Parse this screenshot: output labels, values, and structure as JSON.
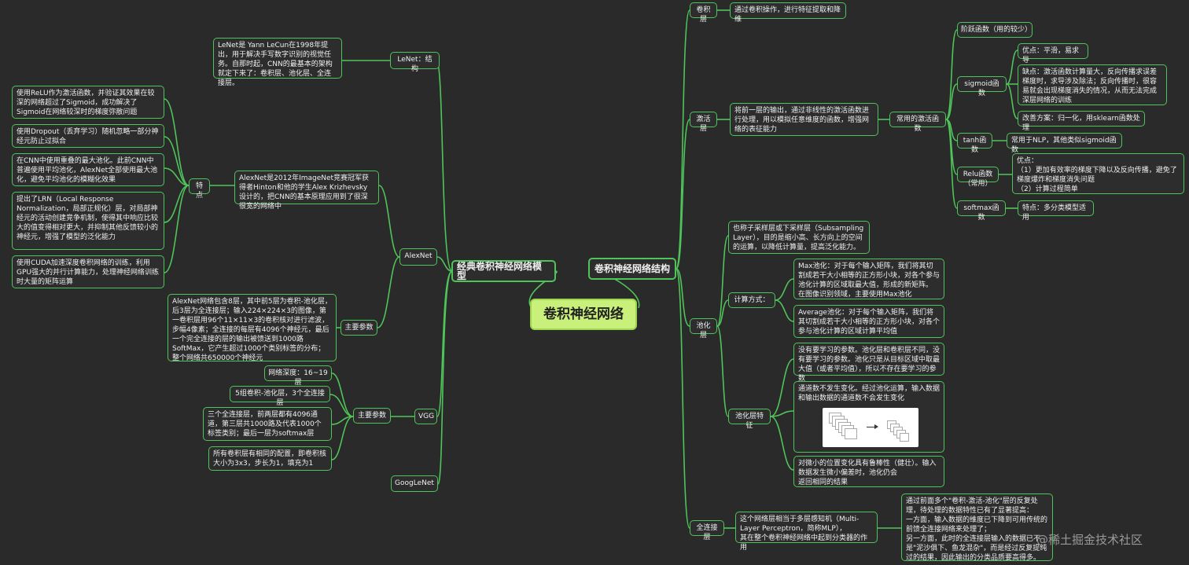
{
  "center": "卷积神经网络",
  "left_main": "经典卷积神经网络模型",
  "right_main": "卷积神经网络结构",
  "lenet": {
    "title": "LeNet：结构",
    "desc": "LeNet是 Yann LeCun在1998年提出，用于解决手写数字识别的视觉任务。自那时起，CNN的最基本的架构就定下来了：卷积层、池化层、全连接层。"
  },
  "alexnet": {
    "title": "AlexNet",
    "desc": "AlexNet是2012年ImageNet竞赛冠军获得者Hinton和他的学生Alex Krizhevsky设计的，把CNN的基本原理应用到了很深很宽的网络中",
    "features_label": "特点",
    "features": [
      "使用ReLU作为激活函数，并验证其效果在较深的网络超过了Sigmoid，成功解决了Sigmoid在网络较深时的梯度弥散问题",
      "使用Dropout（丢弃学习）随机忽略一部分神经元防止过拟合",
      "在CNN中使用重叠的最大池化。此前CNN中普遍使用平均池化，AlexNet全部使用最大池化，避免平均池化的模糊化效果",
      "提出了LRN（Local Response Normalization，局部正规化）层，对局部神经元的活动创建竞争机制，使得其中响应比较大的值变得相对更大，并抑制其他反馈较小的神经元，增强了模型的泛化能力",
      "使用CUDA加速深度卷积网络的训练，利用GPU强大的并行计算能力，处理神经网络训练时大量的矩阵运算"
    ],
    "params_label": "主要参数",
    "params": "AlexNet网络包含8层，其中前5层为卷积-池化层，后3层为全连接层；输入224×224×3的图像，第一卷积层用96个11×11×3的卷积核对进行滤波，步幅4像素；全连接的每层有4096个神经元，最后一个完全连接的层的输出被馈送到1000路SoftMax，它产生超过1000个类别标签的分布；整个网络共650000个神经元"
  },
  "vgg": {
    "title": "VGG",
    "params_label": "主要参数",
    "params": [
      "网络深度：16~19层",
      "5组卷积-池化层，3个全连接层",
      "三个全连接层，前两层都有4096通道，第三层共1000路及代表1000个标签类别；最后一层为softmax层",
      "所有卷积层有相同的配置，即卷积核大小为3x3，步长为1，填充为1"
    ]
  },
  "googlenet": {
    "title": "GoogLeNet"
  },
  "conv": {
    "title": "卷积层",
    "desc": "通过卷积操作，进行特征提取和降维"
  },
  "activation": {
    "title": "激活层",
    "desc": "将前一层的输出，通过非线性的激活函数进行处理，用以模拟任意维度的函数，增强网络的表征能力",
    "common_label": "常用的激活函数",
    "step": "阶跃函数（用的较少）",
    "sigmoid": {
      "title": "sigmoid函数",
      "pros": "优点：平滑，易求导",
      "cons": "缺点：激活函数计算量大，反向传播求误差梯度时，求导涉及除法；反向传播时，很容易就会出现梯度消失的情况，从而无法完成深层网络的训练",
      "improve": "改善方案：归一化，用sklearn函数处理"
    },
    "tanh": {
      "title": "tanh函数",
      "desc": "常用于NLP，其他类似sigmoid函数"
    },
    "relu": {
      "title": "Relu函数（常用）",
      "desc": "优点：\n（1）更加有效率的梯度下降以及反向传播，避免了梯度爆炸和梯度消失问题\n（2）计算过程简单"
    },
    "softmax": {
      "title": "softmax函数",
      "desc": "特点：多分类模型适用"
    }
  },
  "pooling": {
    "title": "池化层",
    "desc": "也称子采样层或下采样层（Subsampling Layer），目的是缩小高、长方向上的空间的运算，以降低计算量，提高泛化能力。",
    "calc_label": "计算方式：",
    "max": "Max池化：对于每个输入矩阵，我们将其切割成若干大小相等的正方形小块，对各个参与池化计算的区域取最大值，形成的新矩阵。\n在图像识别领域，主要使用Max池化",
    "avg": "Average池化：对于每个输入矩阵，我们将其切割成若干大小相等的正方形小块，对各个参与池化计算的区域计算平均值",
    "feat_label": "池化层特征",
    "feat1": "没有要学习的参数。池化层和卷积层不同，没有要学习的参数。池化只是从目标区域中取最大值（或者平均值），所以不存在要学习的参数",
    "feat2": "通道数不发生变化。经过池化运算，输入数据和输出数据的通道数不会发生变化",
    "feat3": "对微小的位置变化具有鲁棒性（健壮）。输入数据发生微小偏差时，池化仍会\n返回相同的结果"
  },
  "fc": {
    "title": "全连接层",
    "desc": "这个网络层相当于多层感知机（Multi-Layer Perceptron，简称MLP），\n其在整个卷积神经网络中起到分类器的作用",
    "detail": "通过前面多个\"卷积-激活-池化\"层的反复处理，待处理的数据特性已有了显著提高：\n一方面，输入数据的维度已下降到可用传统的前馈全连接网络来处理了；\n另一方面，此时的全连接层输入的数据已不是\"泥沙俱下、鱼龙混杂\"，而是经过反复提纯过的结果，因此输出的分类品质要高得多。"
  },
  "watermark": "@稀土掘金技术社区",
  "colors": {
    "background": "#2a2a2a",
    "branch": "#4fc45a",
    "center": "#c9f07a"
  }
}
